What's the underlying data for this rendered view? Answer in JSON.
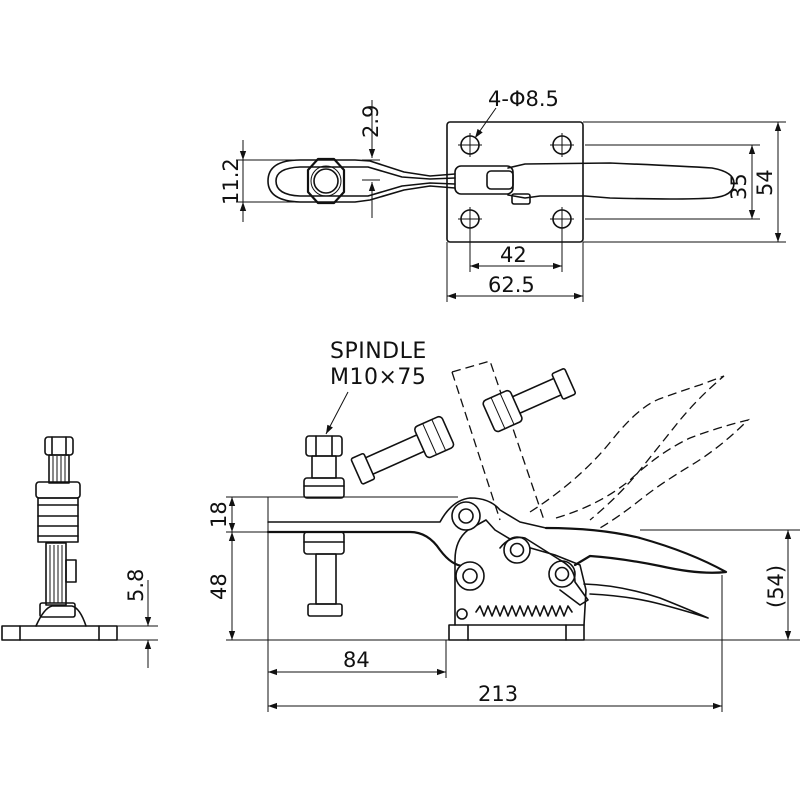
{
  "drawing": {
    "top_view": {
      "hole_callout": "4-Φ8.5",
      "dim_2_9": "2.9",
      "dim_11_2": "11.2",
      "dim_35": "35",
      "dim_54": "54",
      "dim_42": "42",
      "dim_62_5": "62.5"
    },
    "side_view": {
      "spindle_label": "SPINDLE",
      "spindle_size": "M10×75",
      "dim_18": "18",
      "dim_48": "48",
      "dim_54_ref": "(54)",
      "dim_84": "84",
      "dim_213": "213"
    },
    "end_view": {
      "dim_5_8": "5.8"
    }
  }
}
